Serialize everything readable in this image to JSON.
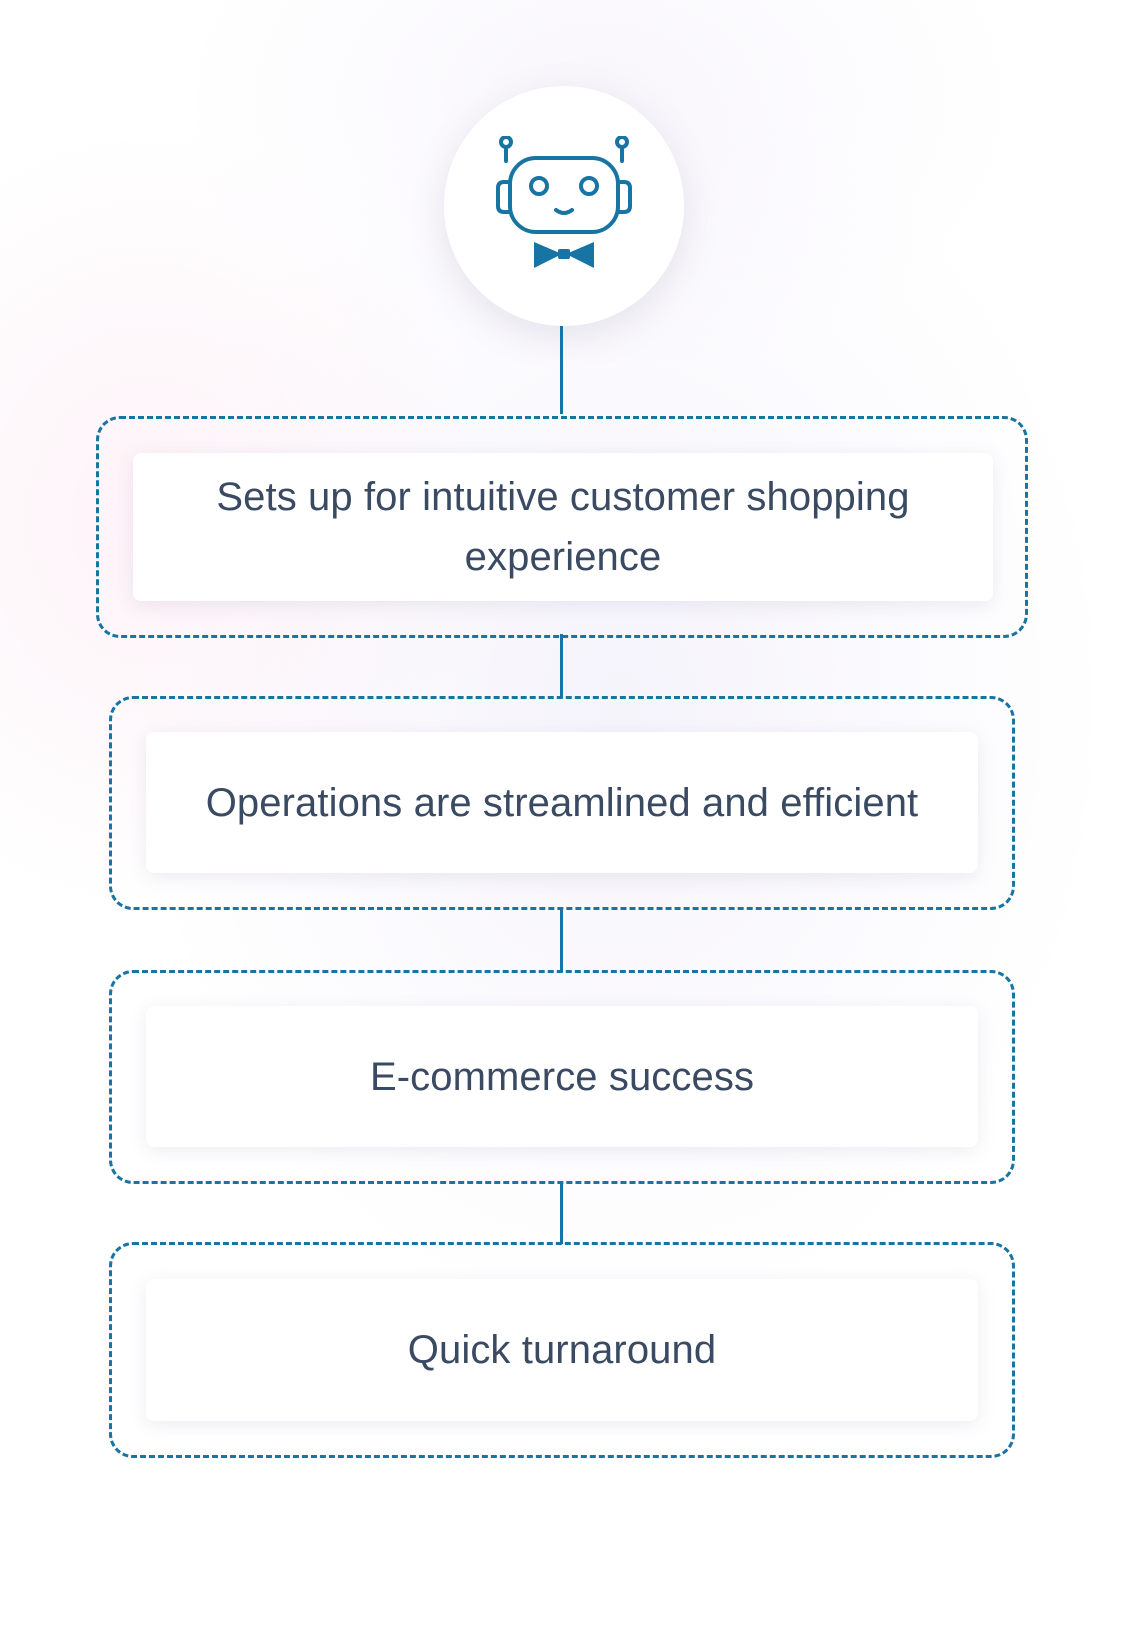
{
  "diagram": {
    "accent_color": "#1874a3",
    "text_color": "#3a4a62",
    "top_icon": "robot-icon",
    "steps": [
      {
        "label": "Sets up for intuitive customer shopping experience"
      },
      {
        "label": "Operations are streamlined and efficient"
      },
      {
        "label": "E-commerce success"
      },
      {
        "label": "Quick turnaround"
      }
    ]
  }
}
